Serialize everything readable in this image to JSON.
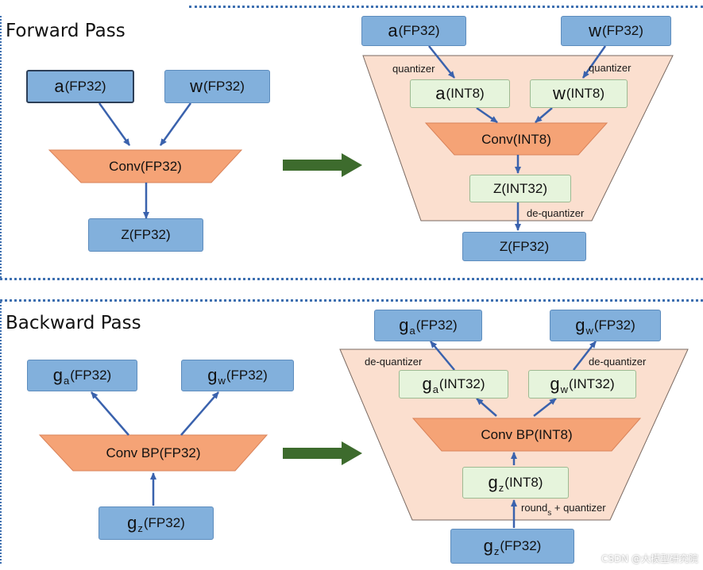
{
  "colors": {
    "input_box": "#82b0dc",
    "int_box": "#e6f4dc",
    "conv_op": "#f5a376",
    "quant_region": "#fbdfcf",
    "arrow": "#3a62ad",
    "transition_arrow": "#3d6b2d",
    "divider": "#3d6fb0"
  },
  "forward": {
    "title": "Forward Pass",
    "left": {
      "a": {
        "sym": "a",
        "rest": "(FP32)"
      },
      "w": {
        "sym": "w",
        "rest": "(FP32)"
      },
      "op": "Conv(FP32)",
      "z": "Z(FP32)"
    },
    "right": {
      "a_in": {
        "sym": "a",
        "rest": "(FP32)"
      },
      "w_in": {
        "sym": "w",
        "rest": "(FP32)"
      },
      "a_q": {
        "sym": "a",
        "rest": "(INT8)"
      },
      "w_q": {
        "sym": "w",
        "rest": "(INT8)"
      },
      "quant_a": "quantizer",
      "quant_w": "quantizer",
      "op": "Conv(INT8)",
      "z_int": "Z(INT32)",
      "dequant": "de-quantizer",
      "z_out": "Z(FP32)"
    }
  },
  "backward": {
    "title": "Backward Pass",
    "left": {
      "ga": {
        "sym": "g",
        "sub": "a",
        "rest": "(FP32)"
      },
      "gw": {
        "sym": "g",
        "sub": "w",
        "rest": "(FP32)"
      },
      "op": "Conv BP(FP32)",
      "gz": {
        "sym": "g",
        "sub": "z",
        "rest": "(FP32)"
      }
    },
    "right": {
      "ga_out": {
        "sym": "g",
        "sub": "a",
        "rest": "(FP32)"
      },
      "gw_out": {
        "sym": "g",
        "sub": "w",
        "rest": "(FP32)"
      },
      "dequant_a": "de-quantizer",
      "dequant_w": "de-quantizer",
      "ga_int": {
        "sym": "g",
        "sub": "a",
        "rest": "(INT32)"
      },
      "gw_int": {
        "sym": "g",
        "sub": "w",
        "rest": "(INT32)"
      },
      "op": "Conv BP(INT8)",
      "gz_int": {
        "sym": "g",
        "sub": "z",
        "rest": "(INT8)"
      },
      "round_label": "round",
      "round_sub": "s",
      "round_suffix": " + quantizer",
      "gz_in": {
        "sym": "g",
        "sub": "z",
        "rest": "(FP32)"
      }
    }
  },
  "watermark": "CSDN @大模型研究院"
}
